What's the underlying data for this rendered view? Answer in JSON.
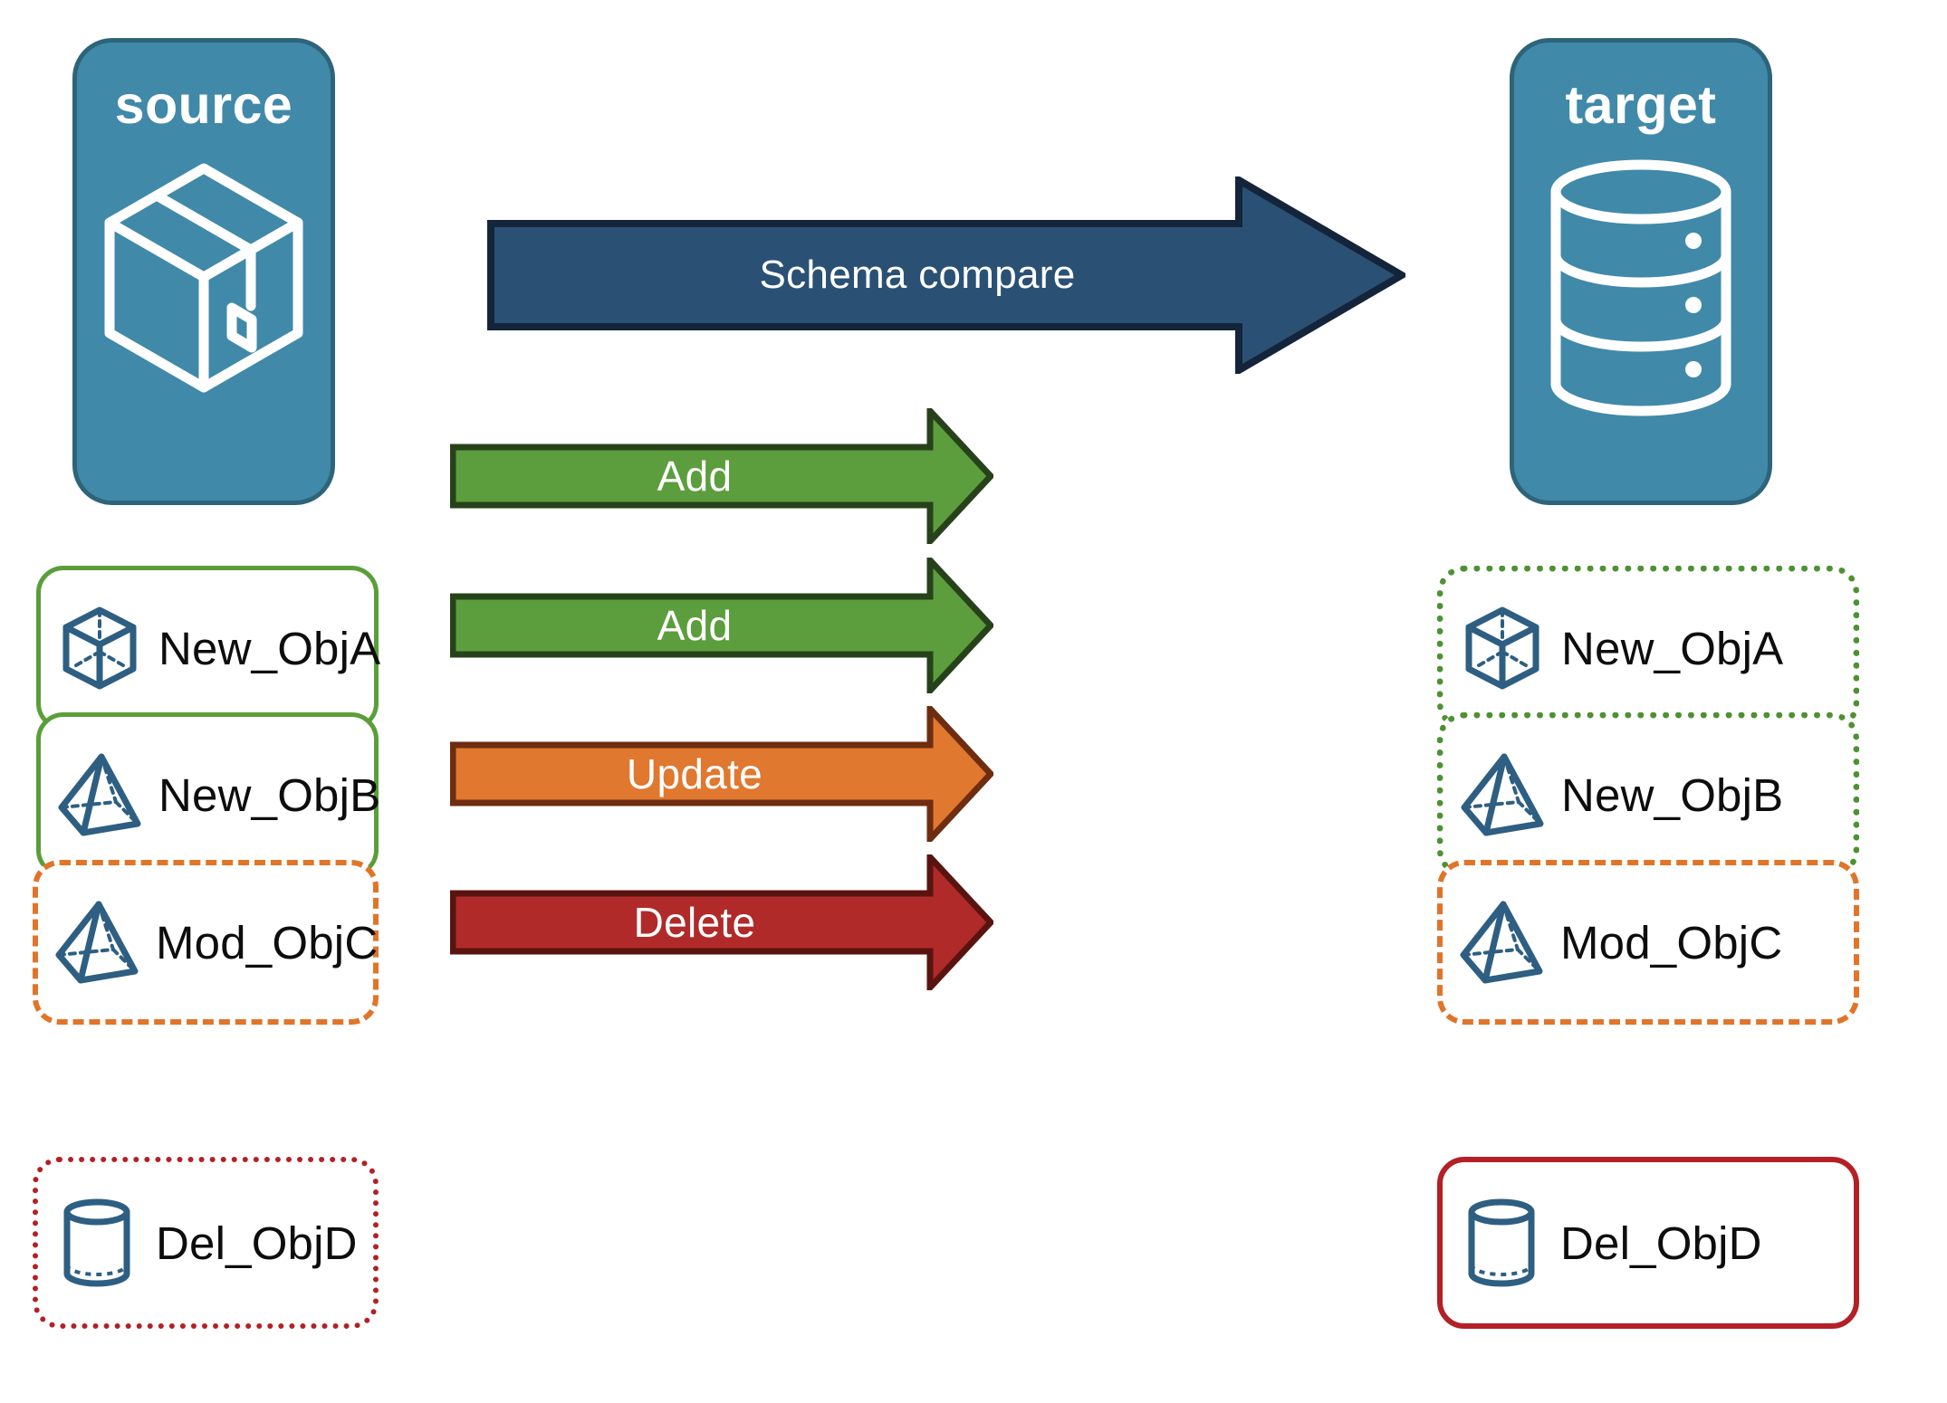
{
  "diagram": {
    "title": "Schema compare between source and target",
    "background": "#ffffff"
  },
  "endpoints": {
    "source": {
      "label": "source",
      "icon": "package-box-icon",
      "fill": "#4189a9",
      "stroke": "#2e6479"
    },
    "target": {
      "label": "target",
      "icon": "database-cylinder-icon",
      "fill": "#4189a9",
      "stroke": "#2e6479"
    }
  },
  "compare_arrow": {
    "label": "Schema compare",
    "fill": "#2a5174",
    "stroke": "#14243a",
    "text_color": "#ffffff"
  },
  "rows": [
    {
      "action": "Add",
      "arrow_fill": "#5c9e3d",
      "arrow_stroke": "#27421a",
      "source": {
        "label": "New_ObjA",
        "icon": "cube-wireframe-icon",
        "border_style": "solid",
        "border_color": "#5a9e3a"
      },
      "target": {
        "label": "New_ObjA",
        "icon": "cube-wireframe-icon",
        "border_style": "dotted",
        "border_color": "#4e9133"
      }
    },
    {
      "action": "Add",
      "arrow_fill": "#5c9e3d",
      "arrow_stroke": "#27421a",
      "source": {
        "label": "New_ObjB",
        "icon": "pyramid-wireframe-icon",
        "border_style": "solid",
        "border_color": "#5a9e3a"
      },
      "target": {
        "label": "New_ObjB",
        "icon": "pyramid-wireframe-icon",
        "border_style": "dotted",
        "border_color": "#4e9133"
      }
    },
    {
      "action": "Update",
      "arrow_fill": "#e0782f",
      "arrow_stroke": "#6e2c10",
      "source": {
        "label": "Mod_ObjC",
        "icon": "pyramid-wireframe-icon",
        "border_style": "dashed",
        "border_color": "#e0752a"
      },
      "target": {
        "label": "Mod_ObjC",
        "icon": "pyramid-wireframe-icon",
        "border_style": "dashed",
        "border_color": "#e0752a"
      }
    },
    {
      "action": "Delete",
      "arrow_fill": "#b02a2a",
      "arrow_stroke": "#5a1410",
      "source": {
        "label": "Del_ObjD",
        "icon": "cylinder-wireframe-icon",
        "border_style": "dotted",
        "border_color": "#b32025"
      },
      "target": {
        "label": "Del_ObjD",
        "icon": "cylinder-wireframe-icon",
        "border_style": "solid",
        "border_color": "#b32025"
      }
    }
  ],
  "legend_colors": {
    "add": "#5c9e3d",
    "update": "#e0782f",
    "delete": "#b02a2a",
    "object_icon": "#2e5f82",
    "endpoint": "#4189a9"
  }
}
